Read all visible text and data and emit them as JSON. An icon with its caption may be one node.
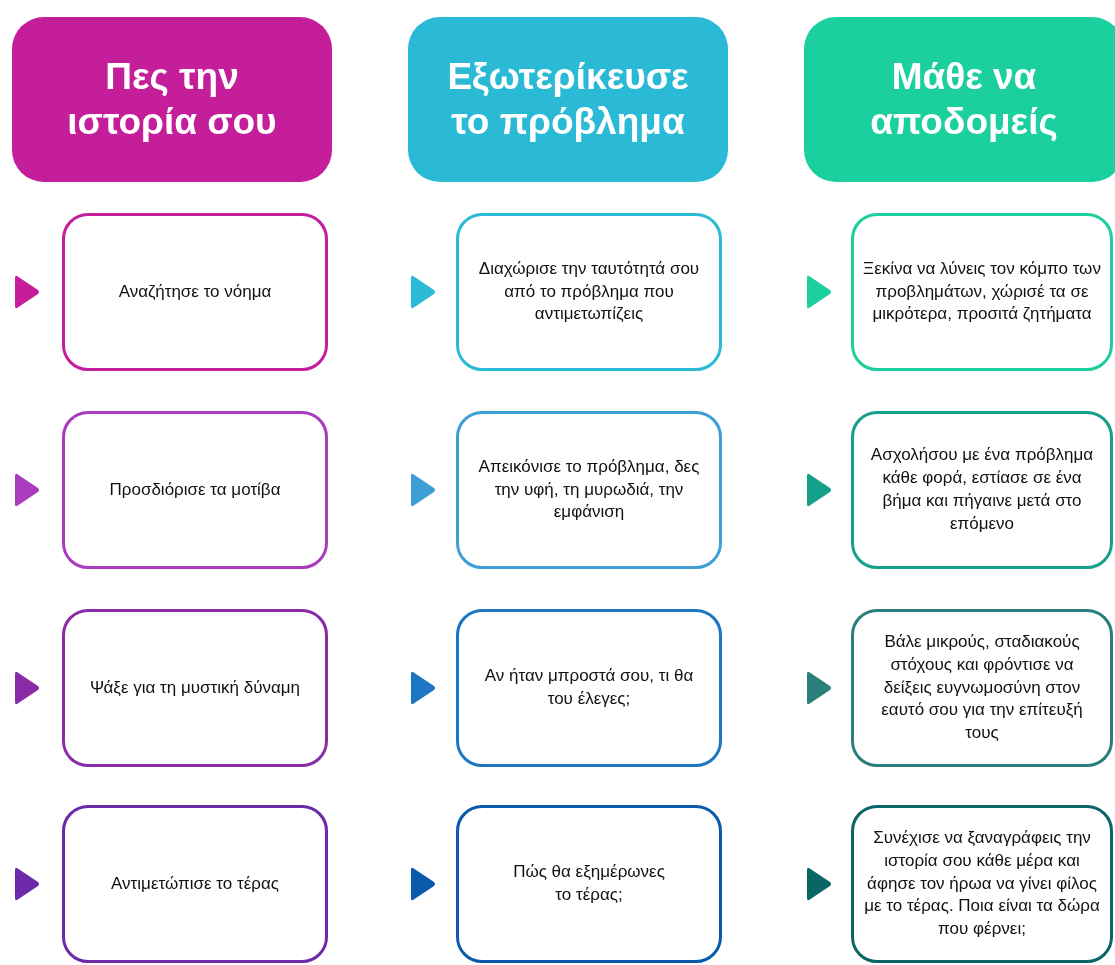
{
  "diagram": {
    "nodes": [
      {
        "text": [
          "Πες την ιστορία σου"
        ]
      },
      {
        "text": [
          "Εξωτερίκευσε το πρόβλημα"
        ]
      },
      {
        "text": [
          "Μάθε να αποδομείς"
        ]
      },
      {
        "text": [
          "Αναζήτησε το νόημα"
        ]
      },
      {
        "text": [
          "Διαχώρισε την ταυτότητά σου από το πρόβλημα που αντιμετωπίζεις"
        ]
      },
      {
        "text": [
          "Ξεκίνα να λύνεις τον κόμπο των προβλημάτων, χώρισέ τα σε μικρότερα, προσιτά ζητήματα"
        ]
      },
      {
        "text": [
          "Προσδιόρισε τα μοτίβα"
        ]
      },
      {
        "text": [
          "Απεικόνισε το πρόβλημα, δες την υφή, τη μυρωδιά, την εμφάνιση"
        ]
      },
      {
        "text": [
          "Ασχολήσου με ένα πρόβλημα κάθε φορά, εστίασε σε ένα βήμα και πήγαινε μετά στο επόμενο"
        ]
      },
      {
        "text": [
          "Ψάξε για τη μυστική δύναμη"
        ]
      },
      {
        "text": [
          "Αν ήταν μπροστά σου, τι θα του έλεγες;"
        ]
      },
      {
        "text": [
          "Βάλε μικρούς, σταδιακούς στόχους και φρόντισε να δείξεις ευγνωμοσύνη στον εαυτό σου για την επίτευξή τους"
        ]
      },
      {
        "text": [
          "Αντιμετώπισε το τέρας"
        ]
      },
      {
        "text": [
          "Πώς θα εξημέρωνες το τέρας;"
        ]
      },
      {
        "text": [
          "Συνέχισε να ξαναγράφεις την ιστορία σου κάθε μέρα και άφησε τον ήρωα να γίνει φίλος με το τέρας. Ποια είναι τα δώρα που φέρνει;"
        ]
      }
    ]
  }
}
